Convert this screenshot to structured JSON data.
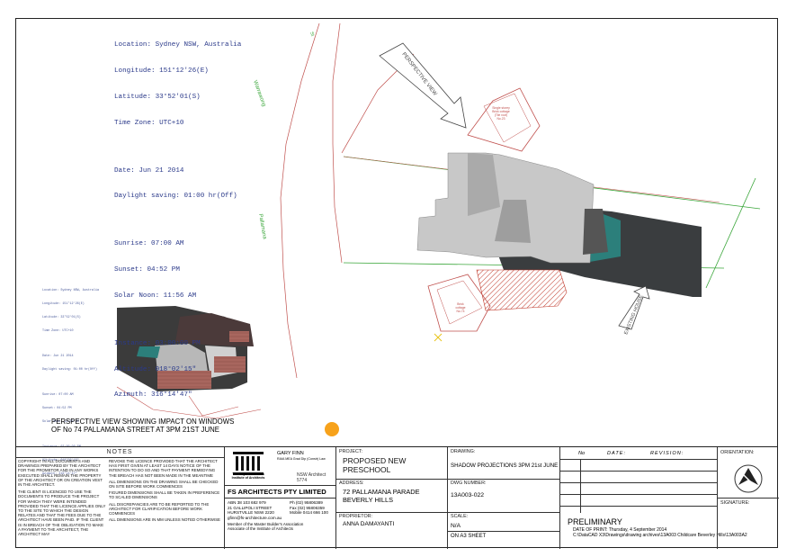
{
  "sun_info": {
    "location": "Location: Sydney NSW, Australia",
    "longitude": "Longitude: 151°12'26(E)",
    "latitude": "Latitude: 33°52'01(S)",
    "time_zone": "Time Zone: UTC+10",
    "date": "Date: Jun 21 2014",
    "daylight_saving": "Daylight saving: 01:00 hr(Off)",
    "sunrise": "Sunrise: 07:00 AM",
    "sunset": "Sunset: 04:52 PM",
    "solar_noon": "Solar Noon: 11:56 AM",
    "instance": "Instance: 03:00:00 PM",
    "altitude": "Altitude: 018°02'15\"",
    "azimuth": "Azimuth: 316°14'47\""
  },
  "plan_labels": {
    "perspective_view": "PERSPECTIVE VIEW",
    "existing_house": "EXISTING HOUSE",
    "warrawong": "Warrawong",
    "pallamana": "Pallamana",
    "st_partial": "St",
    "single_storey_cottage": [
      "Single storey",
      "Brick cottage",
      "(Tile roof)",
      "No.23"
    ],
    "brick_cottage_74": [
      "Brick",
      "cottage",
      "No.74"
    ]
  },
  "caption": {
    "line1": "PERSPECTIVE VIEW SHOWING IMPACT ON WINDOWS",
    "line2": "OF No 74 PALLAMANA STREET AT 3PM 21ST JUNE"
  },
  "title_block": {
    "notes_heading": "NOTES",
    "notes_col1": [
      "COPYRIGHT IN ALL DOCUMENTS AND DRAWINGS PREPARED BY THE ARCHITECT FOR THE PROMETOR AND IN ANY WORKS EXECUTED SHALL REMAIN THE PROPERTY OF THE ARCHITECT OR ON CREATION VEST IN THE ARCHITECT.",
      "THE CLIENT IS LICENCED TO USE THE DOCUMENTS TO PRODUCE THE PROJECT FOR WHICH THEY WERE INTENDED PROVIDED THAT THE LICENCE APPLIES ONLY TO THE SITE TO WHICH THE DESIGN RELATES AND THAT THE FEES DUE TO THE ARCHITECT HAVE BEEN PAID. IF THE CLIENT IS IN BREACH OF THE OBLIGATION TO MAKE A PAYMENT TO THE ARCHITECT, THE ARCHITECT MAY"
    ],
    "notes_col2": [
      "REVOKE THE LICENCE PROVIDED THAT THE ARCHITECT HAS FIRST GIVEN AT LEAST 14 DAYS NOTICE OF THE INTENTION TO DO SO AND THAT PAYMENT REMEDYING THE BREACH HAS NOT BEEN MADE IN THE MEANTIME",
      "ALL DIMENSIONS ON THE DRAWING SHALL BE CHECKED ON SITE BEFORE WORK COMMENCES",
      "FIGURED DIMENSIONS SHALL BE TAKEN IN PREFERENCE TO SCALED DIMENSIONS",
      "ALL DISCREPANCIES ARE TO BE REPORTED TO THE ARCHITECT FOR CLARIFICATION BEFORE WORK COMMENCES",
      "ALL DIMENSIONS ARE IN MM UNLESS NOTED OTHERWISE"
    ],
    "architect": {
      "name": "GARY FINN",
      "quals": "RAIA MEA Grad Dip (Constr) Law",
      "institute": "The Royal Australian Institute of Architects",
      "registration": "NSW Architect 5774",
      "firm": "FS ARCHITECTS PTY LIMITED",
      "abn": "ABN 38 103 682 979",
      "street": "21 GALLIPOLI STREET",
      "suburb": "HURSTVILLE NSW 2220",
      "email": "gfinn@fs-architecture.com.au",
      "ph": "Ph (02) 95806389",
      "fax": "Fax (02) 95806359",
      "mobile": "Mobile 0414 666 100",
      "member1": "Member of the Master Builder's Association",
      "member2": "Associate of the Institute of Architects"
    },
    "project_label": "PROJECT:",
    "project_value_1": "PROPOSED NEW",
    "project_value_2": "PRESCHOOL",
    "address_label": "ADDRESS:",
    "address_value_1": "72 PALLAMANA PARADE",
    "address_value_2": "BEVERLY HILLS",
    "proprietor_label": "PROPRIETOR:",
    "proprietor_value": "ANNA DAMAYANTI",
    "drawing_label": "DRAWING:",
    "drawing_value": "SHADOW PROJECTIONS 3PM 21st JUNE",
    "dwg_number_label": "DWG NUMBER:",
    "dwg_number_value": "13A003-022",
    "scale_label": "SCALE:",
    "scale_value": "N/A",
    "scale_sheet": "ON A3 SHEET",
    "no_label": "No",
    "date_label": "DATE:",
    "revision_label": "REVISION:",
    "status": "PRELIMINARY",
    "print_date": "DATE OF PRINT: Thursday, 4 September 2014",
    "file_path": "C:\\DataCAD X3\\Drawings\\drawing archives\\13A003 Childcare Beverley Hills\\13A003A2",
    "orientation_label": "ORIENTATION:",
    "signature_label": "SIGNATURE:"
  }
}
